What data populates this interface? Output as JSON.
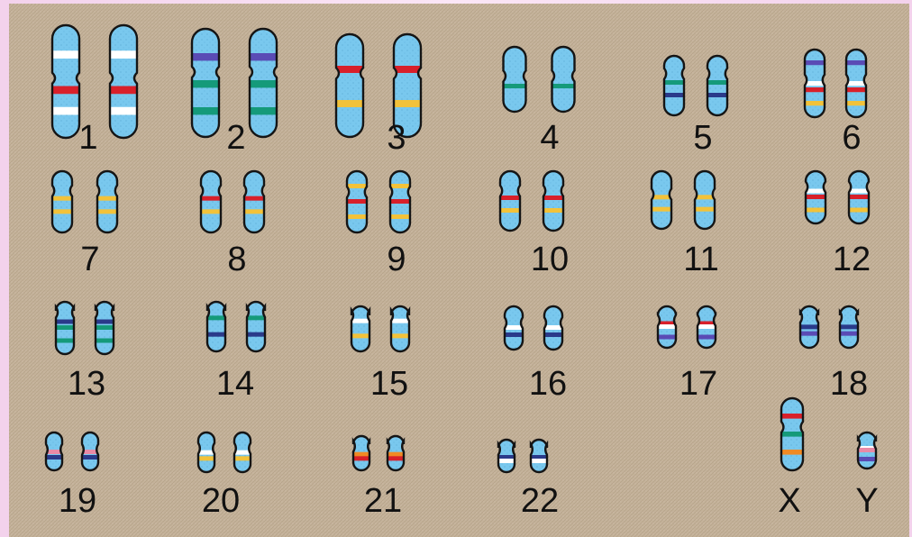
{
  "colors": {
    "panel": "#c4b29a",
    "chromosome_fill": "#79c8ee",
    "chromosome_outline": "#151515",
    "label": "#111111",
    "band_red": "#d8202a",
    "band_purple": "#5a4bb5",
    "band_green": "#159a7a",
    "band_yellow": "#f2c23a",
    "band_orange": "#f08a24",
    "band_white": "#ffffff",
    "band_pink": "#e88aa6",
    "band_navy": "#2a3a8a"
  },
  "chromosomes": [
    {
      "label": "1",
      "bands": [
        "white",
        "red",
        "white"
      ]
    },
    {
      "label": "2",
      "bands": [
        "purple",
        "green",
        "green"
      ]
    },
    {
      "label": "3",
      "bands": [
        "red",
        "yellow"
      ]
    },
    {
      "label": "4",
      "bands": [
        "green"
      ]
    },
    {
      "label": "5",
      "bands": [
        "green",
        "navy"
      ]
    },
    {
      "label": "6",
      "bands": [
        "purple",
        "white",
        "red",
        "yellow"
      ]
    },
    {
      "label": "7",
      "bands": [
        "yellow",
        "yellow"
      ]
    },
    {
      "label": "8",
      "bands": [
        "red",
        "yellow"
      ]
    },
    {
      "label": "9",
      "bands": [
        "yellow",
        "red",
        "yellow"
      ]
    },
    {
      "label": "10",
      "bands": [
        "red",
        "yellow"
      ]
    },
    {
      "label": "11",
      "bands": [
        "yellow",
        "yellow"
      ]
    },
    {
      "label": "12",
      "bands": [
        "white",
        "red",
        "yellow"
      ]
    },
    {
      "label": "13",
      "bands": [
        "navy",
        "green",
        "green"
      ]
    },
    {
      "label": "14",
      "bands": [
        "green",
        "navy"
      ]
    },
    {
      "label": "15",
      "bands": [
        "white",
        "yellow"
      ]
    },
    {
      "label": "16",
      "bands": [
        "white",
        "navy"
      ]
    },
    {
      "label": "17",
      "bands": [
        "red",
        "white",
        "purple"
      ]
    },
    {
      "label": "18",
      "bands": [
        "navy",
        "purple"
      ]
    },
    {
      "label": "19",
      "bands": [
        "pink",
        "navy"
      ]
    },
    {
      "label": "20",
      "bands": [
        "white",
        "yellow"
      ]
    },
    {
      "label": "21",
      "bands": [
        "orange",
        "red"
      ]
    },
    {
      "label": "22",
      "bands": [
        "navy",
        "white"
      ]
    },
    {
      "label": "X",
      "bands": [
        "red",
        "green",
        "orange"
      ]
    },
    {
      "label": "Y",
      "bands": [
        "white",
        "pink",
        "purple"
      ]
    }
  ]
}
